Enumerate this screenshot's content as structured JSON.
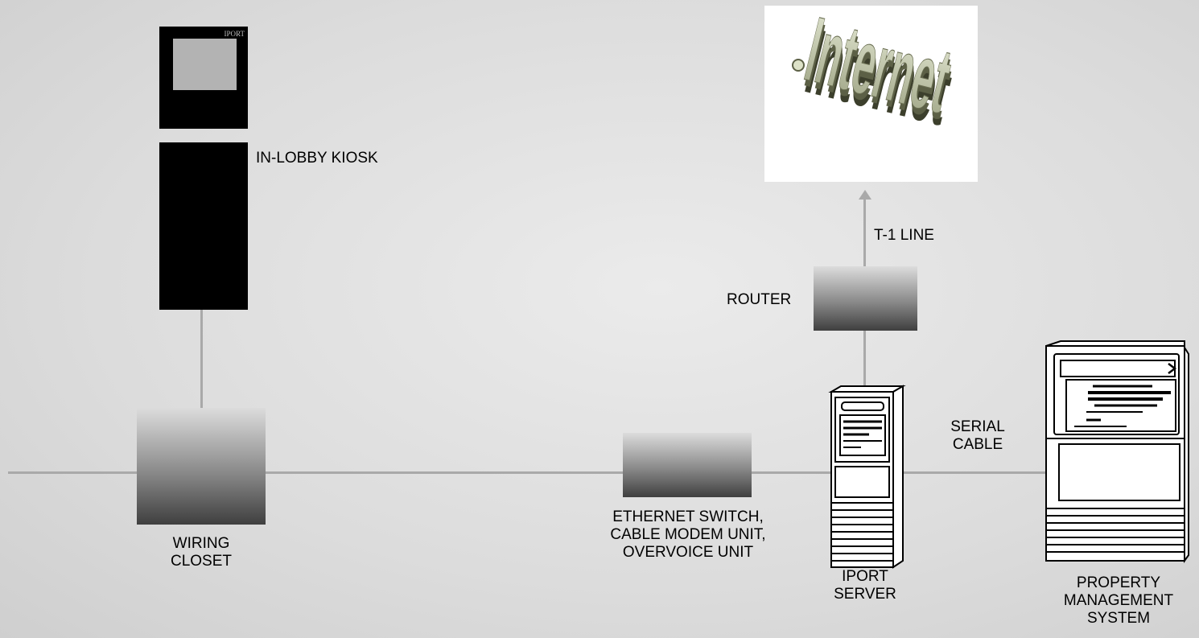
{
  "kiosk": {
    "screen_brand": "IPORT",
    "label": "IN-LOBBY KIOSK"
  },
  "wiring_closet": {
    "line1": "WIRING",
    "line2": "CLOSET"
  },
  "switch_unit": {
    "line1": "ETHERNET SWITCH,",
    "line2": "CABLE MODEM UNIT,",
    "line3": "OVERVOICE UNIT"
  },
  "iport_server": {
    "line1": "IPORT",
    "line2": "SERVER"
  },
  "serial_cable": {
    "line1": "SERIAL",
    "line2": "CABLE"
  },
  "pms": {
    "line1": "PROPERTY",
    "line2": "MANAGEMENT",
    "line3": "SYSTEM"
  },
  "router": {
    "label": "ROUTER"
  },
  "t1_line": {
    "label": "T-1 LINE"
  },
  "internet": {
    "text": "Internet"
  }
}
